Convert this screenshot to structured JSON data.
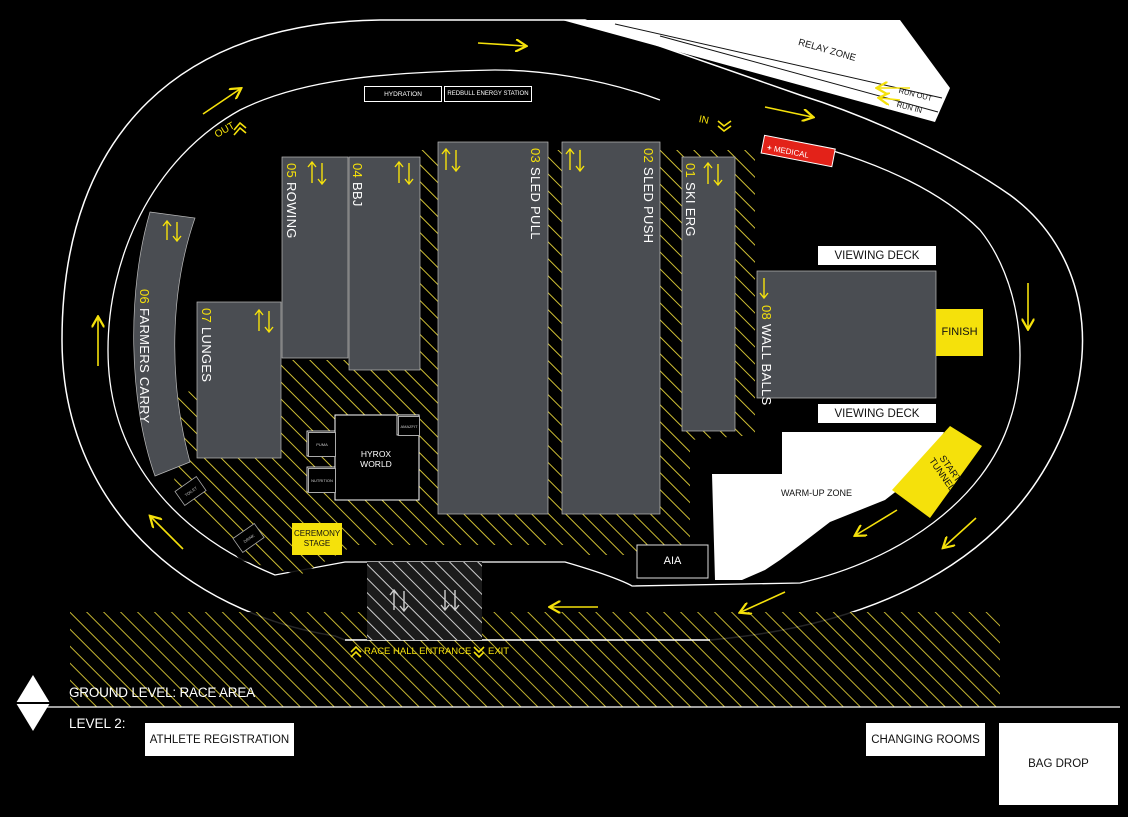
{
  "zones": {
    "relay_zone": "RELAY ZONE",
    "run_out": "RUN OUT",
    "run_in": "RUN IN",
    "hydration": "HYDRATION",
    "redbull": "REDBULL ENERGY STATION",
    "medical": "MEDICAL",
    "out": "OUT",
    "in": "IN",
    "viewing_deck_top": "VIEWING DECK",
    "viewing_deck_bottom": "VIEWING DECK",
    "finish": "FINISH",
    "start_tunnel": "START TUNNEL",
    "warmup": "WARM-UP ZONE",
    "aia": "AIA",
    "hyrox_world": "HYROX WORLD",
    "ceremony_stage": "CEREMONY STAGE",
    "race_hall_entrance": "RACE HALL ENTRANCE",
    "exit": "EXIT",
    "small_shop": "PUMA",
    "small_nutrition": "NUTRITION",
    "small_brand": "AMAZFIT",
    "small_toilet": "TOILET",
    "small_drink": "DRINK"
  },
  "stations": [
    {
      "num": "01",
      "name": "SKI ERG"
    },
    {
      "num": "02",
      "name": "SLED PUSH"
    },
    {
      "num": "03",
      "name": "SLED PULL"
    },
    {
      "num": "04",
      "name": "BBJ"
    },
    {
      "num": "05",
      "name": "ROWING"
    },
    {
      "num": "06",
      "name": "FARMERS CARRY"
    },
    {
      "num": "07",
      "name": "LUNGES"
    },
    {
      "num": "08",
      "name": "WALL BALLS"
    }
  ],
  "levels": {
    "ground": "GROUND LEVEL: RACE AREA",
    "level2": "LEVEL 2:",
    "athlete_registration": "ATHLETE REGISTRATION",
    "changing_rooms": "CHANGING ROOMS",
    "bag_drop": "BAG DROP"
  },
  "colors": {
    "background": "#000000",
    "station": "#4a4d52",
    "accent_yellow": "#f5e10b",
    "medical_red": "#e32219",
    "outline": "#ffffff"
  },
  "icons": [
    "diamond-logo-icon",
    "updown-arrows-icon",
    "direction-arrow-icon",
    "chevron-up-icon",
    "chevron-down-icon",
    "medical-cross-icon"
  ]
}
